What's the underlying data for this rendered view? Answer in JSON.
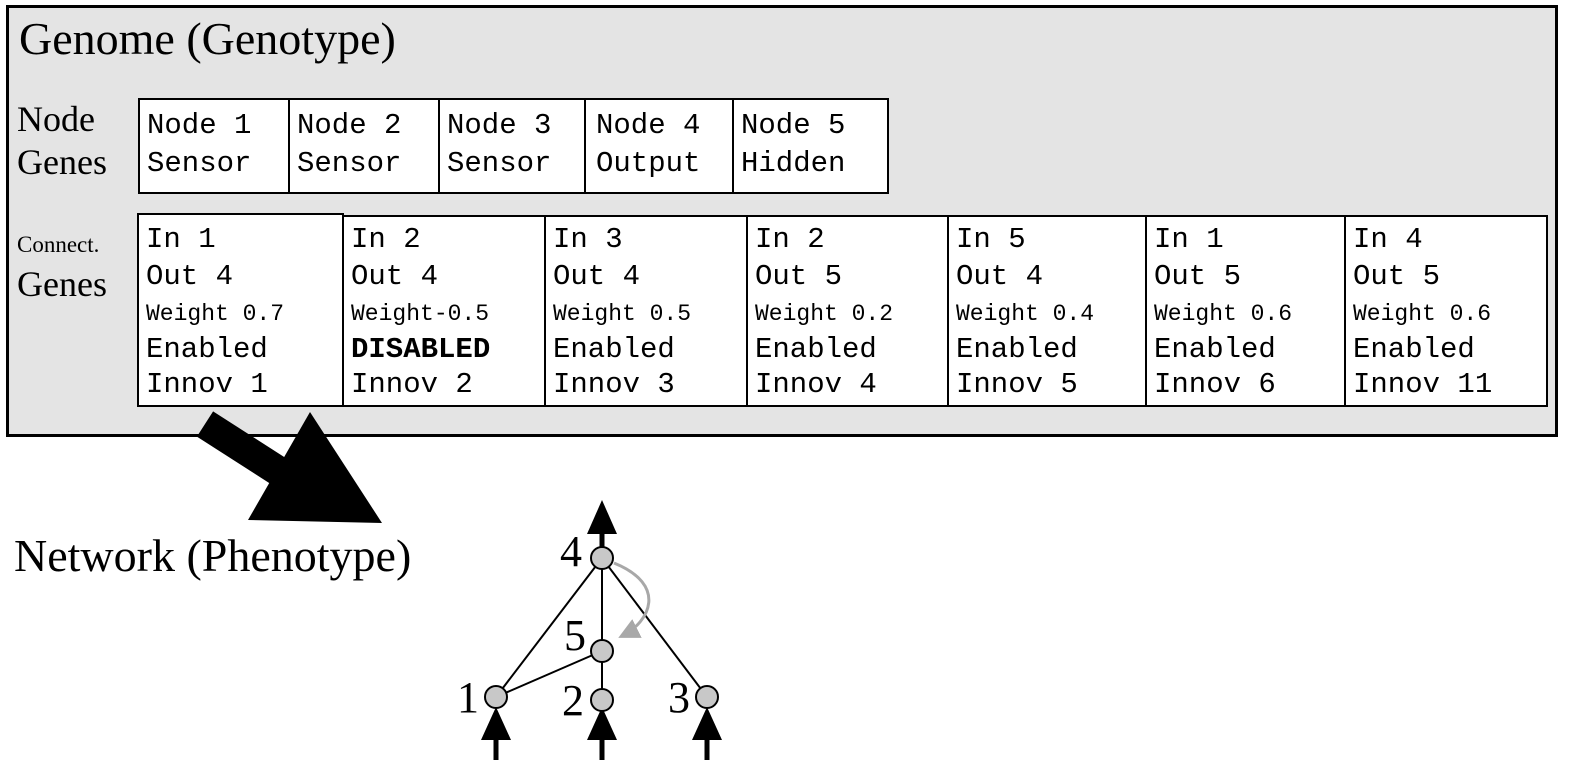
{
  "genome": {
    "title": "Genome (Genotype)",
    "node_label_line1": "Node",
    "node_label_line2": "Genes",
    "conn_label_line1": "Connect.",
    "conn_label_line2": "Genes",
    "node_genes": [
      {
        "id": "Node 1",
        "type": "Sensor"
      },
      {
        "id": "Node 2",
        "type": "Sensor"
      },
      {
        "id": "Node 3",
        "type": "Sensor"
      },
      {
        "id": "Node 4",
        "type": "Output"
      },
      {
        "id": "Node 5",
        "type": "Hidden"
      }
    ],
    "connection_genes": [
      {
        "in": "In 1",
        "out": "Out 4",
        "weight": "Weight 0.7",
        "status": "Enabled",
        "innov": "Innov 1"
      },
      {
        "in": "In 2",
        "out": "Out 4",
        "weight": "Weight-0.5",
        "status": "DISABLED",
        "innov": "Innov 2"
      },
      {
        "in": "In 3",
        "out": "Out 4",
        "weight": "Weight 0.5",
        "status": "Enabled",
        "innov": "Innov 3"
      },
      {
        "in": "In 2",
        "out": "Out 5",
        "weight": "Weight 0.2",
        "status": "Enabled",
        "innov": "Innov 4"
      },
      {
        "in": "In 5",
        "out": "Out 4",
        "weight": "Weight 0.4",
        "status": "Enabled",
        "innov": "Innov 5"
      },
      {
        "in": "In 1",
        "out": "Out 5",
        "weight": "Weight 0.6",
        "status": "Enabled",
        "innov": "Innov 6"
      },
      {
        "in": "In 4",
        "out": "Out 5",
        "weight": "Weight 0.6",
        "status": "Enabled",
        "innov": "Innov 11"
      }
    ]
  },
  "network": {
    "title": "Network (Phenotype)",
    "nodes": [
      {
        "label": "1",
        "role": "sensor"
      },
      {
        "label": "2",
        "role": "sensor"
      },
      {
        "label": "3",
        "role": "sensor"
      },
      {
        "label": "4",
        "role": "output"
      },
      {
        "label": "5",
        "role": "hidden"
      }
    ],
    "edges": [
      {
        "from": "1",
        "to": "4"
      },
      {
        "from": "1",
        "to": "5"
      },
      {
        "from": "2",
        "to": "5"
      },
      {
        "from": "3",
        "to": "4"
      },
      {
        "from": "5",
        "to": "4"
      },
      {
        "from": "4",
        "to": "5",
        "recurrent": true
      }
    ]
  },
  "colors": {
    "panel_bg": "#e4e4e4",
    "node_fill": "#c8c8c8",
    "recurrent_edge": "#a8a8a8",
    "ink": "#000000"
  }
}
